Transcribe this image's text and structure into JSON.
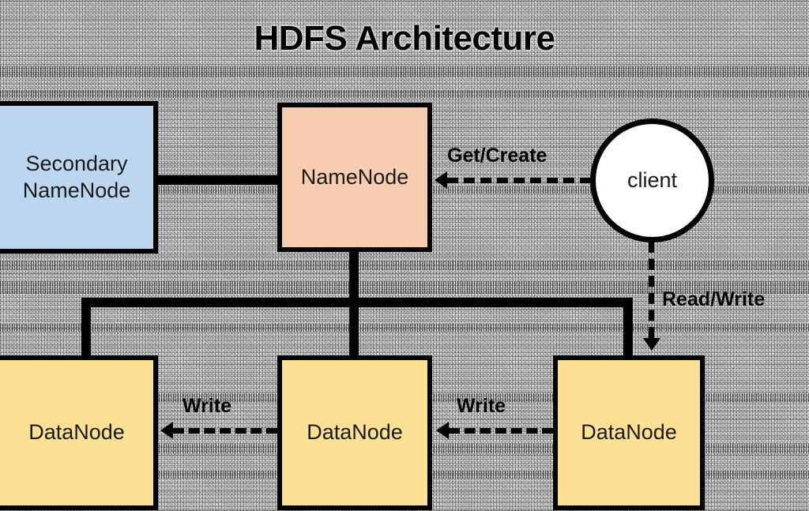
{
  "diagram": {
    "title": "HDFS Architecture",
    "background": "#ffffff",
    "stroke_color": "#000000"
  },
  "nodes": {
    "secondary_namenode": {
      "label": "Secondary\nNameNode",
      "line1": "Secondary",
      "line2": "NameNode",
      "fill": "#bcd6ee",
      "shape": "rectangle"
    },
    "namenode": {
      "label": "NameNode",
      "fill": "#f7cdb0",
      "shape": "rectangle"
    },
    "client": {
      "label": "client",
      "fill": "#ffffff",
      "shape": "circle"
    },
    "datanode_1": {
      "label": "DataNode",
      "fill": "#fbe093",
      "shape": "rectangle"
    },
    "datanode_2": {
      "label": "DataNode",
      "fill": "#fbe093",
      "shape": "rectangle"
    },
    "datanode_3": {
      "label": "DataNode",
      "fill": "#fbe093",
      "shape": "rectangle"
    }
  },
  "edges": {
    "client_to_namenode": {
      "label": "Get/Create",
      "style": "dashed",
      "direction": "left"
    },
    "client_to_datanode3": {
      "label": "Read/Write",
      "style": "dashed",
      "direction": "down"
    },
    "datanode2_to_datanode1": {
      "label": "Write",
      "style": "dashed",
      "direction": "left"
    },
    "datanode3_to_datanode2": {
      "label": "Write",
      "style": "dashed",
      "direction": "left"
    },
    "secondary_to_namenode": {
      "label": "",
      "style": "solid",
      "direction": "none"
    },
    "namenode_to_datanodes": {
      "label": "",
      "style": "solid",
      "direction": "none"
    }
  }
}
